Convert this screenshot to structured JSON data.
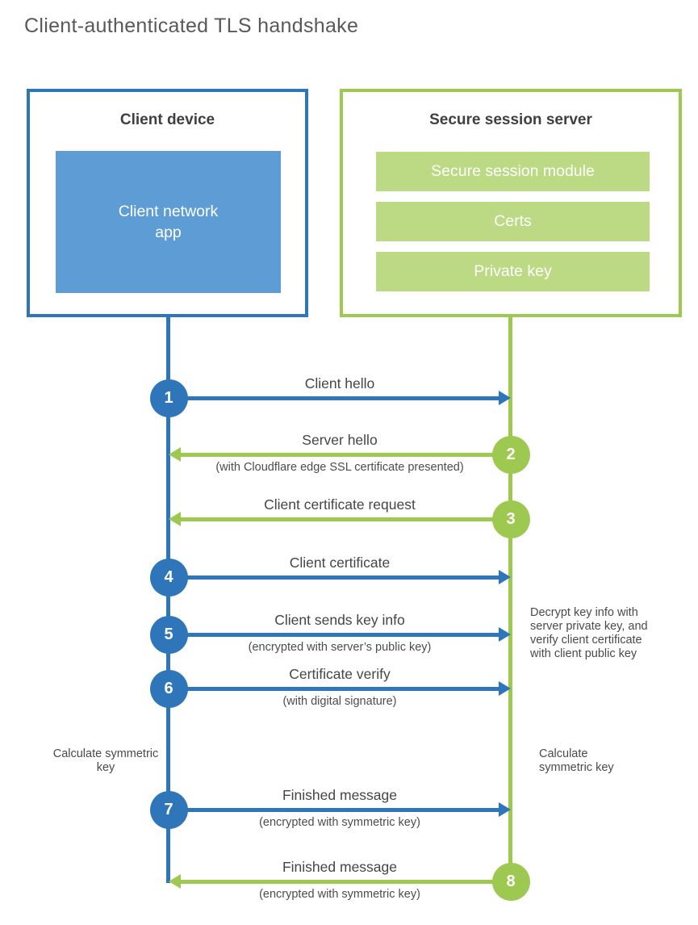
{
  "title": "Client-authenticated TLS handshake",
  "colors": {
    "blue": "#2e76b9",
    "blue_fill": "#5d9cd4",
    "green": "#9ec951",
    "green_fill": "#bcd983"
  },
  "client_box": {
    "title": "Client device",
    "app_label": "Client network app"
  },
  "server_box": {
    "title": "Secure session server",
    "modules": [
      "Secure session module",
      "Certs",
      "Private key"
    ]
  },
  "steps": [
    {
      "num": "1",
      "from": "client",
      "label": "Client hello",
      "sub": ""
    },
    {
      "num": "2",
      "from": "server",
      "label": "Server hello",
      "sub": "(with Cloudflare edge SSL certificate presented)"
    },
    {
      "num": "3",
      "from": "server",
      "label": "Client certificate request",
      "sub": ""
    },
    {
      "num": "4",
      "from": "client",
      "label": "Client certificate",
      "sub": ""
    },
    {
      "num": "5",
      "from": "client",
      "label": "Client sends key info",
      "sub": "(encrypted with server’s public key)"
    },
    {
      "num": "6",
      "from": "client",
      "label": "Certificate verify",
      "sub": "(with digital signature)"
    },
    {
      "num": "7",
      "from": "client",
      "label": "Finished message",
      "sub": "(encrypted with symmetric key)"
    },
    {
      "num": "8",
      "from": "server",
      "label": "Finished message",
      "sub": "(encrypted with symmetric key)"
    }
  ],
  "annotations": {
    "client_calculate": "Calculate symmetric key",
    "server_calculate": "Calculate symmetric key",
    "server_note": "Decrypt key info with server private key, and verify client certificate with client public key"
  }
}
